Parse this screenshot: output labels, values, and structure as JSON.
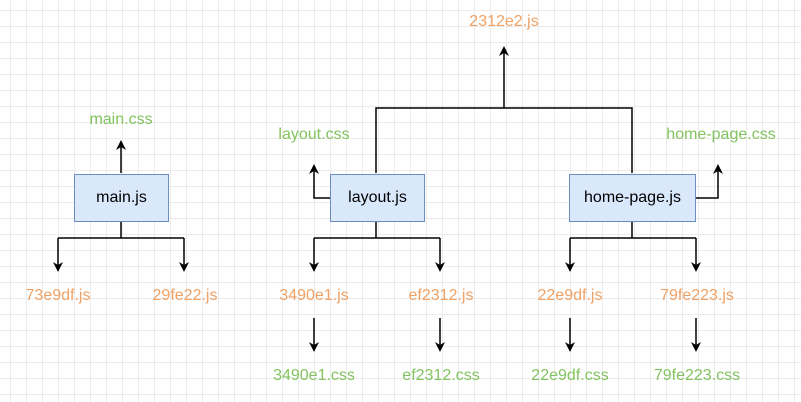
{
  "colors": {
    "js_bundle": "#f0a163",
    "css_file": "#82c35f",
    "node_fill": "#dae8fc",
    "node_border": "#6c8ebf"
  },
  "nodes": {
    "main": "main.js",
    "layout": "layout.js",
    "home_page": "home-page.js"
  },
  "labels": {
    "root_bundle": "2312e2.js",
    "main_css": "main.css",
    "layout_css": "layout.css",
    "home_page_css": "home-page.css",
    "main_chunk_a": "73e9df.js",
    "main_chunk_b": "29fe22.js",
    "layout_chunk_a": "3490e1.js",
    "layout_chunk_b": "ef2312.js",
    "home_chunk_a": "22e9df.js",
    "home_chunk_b": "79fe223.js",
    "layout_chunk_a_css": "3490e1.css",
    "layout_chunk_b_css": "ef2312.css",
    "home_chunk_a_css": "22e9df.css",
    "home_chunk_b_css": "79fe223.css"
  }
}
